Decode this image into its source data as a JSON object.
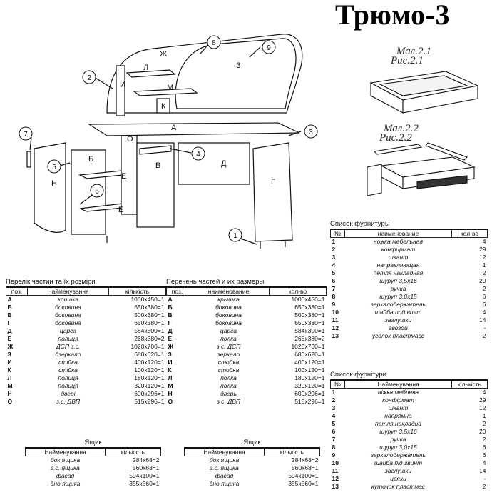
{
  "title": "Трюмо-3",
  "drawing": {
    "labels": {
      "zh": "Ж",
      "z": "З",
      "l": "Л",
      "i": "И",
      "m": "М",
      "k": "К",
      "a": "А",
      "o": "О",
      "b": "Б",
      "v": "В",
      "d": "Д",
      "g": "Г",
      "e1": "Е",
      "e2": "Е",
      "n": "Н"
    },
    "callouts": [
      "1",
      "2",
      "3",
      "4",
      "5",
      "6",
      "7",
      "8",
      "9"
    ]
  },
  "figures": {
    "fig1_line1": "Мал.2.1",
    "fig1_line2": "Рис.2.1",
    "fig2_line1": "Мал.2.2",
    "fig2_line2": "Рис.2.2"
  },
  "fittings_ru": {
    "caption": "Список фурнитуры",
    "headers": [
      "№",
      "наименование",
      "кол-во"
    ],
    "rows": [
      [
        "1",
        "ножка мебельная",
        "4"
      ],
      [
        "2",
        "конфирмат",
        "29"
      ],
      [
        "3",
        "шкант",
        "12"
      ],
      [
        "4",
        "направляющая",
        "1"
      ],
      [
        "5",
        "петля накладная",
        "2"
      ],
      [
        "6",
        "шуруп 3,5х16",
        "20"
      ],
      [
        "7",
        "ручка",
        "2"
      ],
      [
        "8",
        "шуруп 3,0х15",
        "6"
      ],
      [
        "9",
        "зеркалодержатель",
        "6"
      ],
      [
        "10",
        "шайба под винт",
        "4"
      ],
      [
        "11",
        "заглушки",
        "14"
      ],
      [
        "12",
        "гвозди",
        "-"
      ],
      [
        "13",
        "уголок пластмасс",
        "2"
      ]
    ]
  },
  "fittings_ua": {
    "caption": "Список фурнітури",
    "headers": [
      "№",
      "Найменування",
      "кількість"
    ],
    "rows": [
      [
        "1",
        "ніжка меблева",
        "4"
      ],
      [
        "2",
        "конфірмат",
        "29"
      ],
      [
        "3",
        "шкант",
        "12"
      ],
      [
        "4",
        "напрямна",
        "1"
      ],
      [
        "5",
        "петля накладна",
        "2"
      ],
      [
        "6",
        "шуруп 3,5х16",
        "20"
      ],
      [
        "7",
        "ручка",
        "2"
      ],
      [
        "8",
        "шуруп 3,0х15",
        "6"
      ],
      [
        "9",
        "зеркалодержатель",
        "6"
      ],
      [
        "10",
        "шайба під гвинт",
        "4"
      ],
      [
        "11",
        "заглушки",
        "14"
      ],
      [
        "12",
        "цвяхи",
        "-"
      ],
      [
        "13",
        "куточок пластмас",
        "2"
      ]
    ]
  },
  "parts_ua": {
    "caption": "Перелік частин та їх розміри",
    "headers": [
      "поз.",
      "Найменування",
      "кількість"
    ],
    "rows": [
      [
        "А",
        "кришка",
        "1000х450=1"
      ],
      [
        "Б",
        "боковина",
        "650х380=1"
      ],
      [
        "В",
        "боковина",
        "500х380=1"
      ],
      [
        "Г",
        "боковина",
        "650х380=1"
      ],
      [
        "Д",
        "царга",
        "584х300=1"
      ],
      [
        "Е",
        "полиця",
        "268х380=2"
      ],
      [
        "Ж",
        "ДСП з.с.",
        "1020х700=1"
      ],
      [
        "З",
        "дзеркало",
        "680х620=1"
      ],
      [
        "И",
        "стійка",
        "400х120=1"
      ],
      [
        "К",
        "стійка",
        "100х120=1"
      ],
      [
        "Л",
        "полиця",
        "180х120=1"
      ],
      [
        "М",
        "полиця",
        "320х120=1"
      ],
      [
        "Н",
        "двері",
        "600х296=1"
      ],
      [
        "О",
        "з.с. ДВП",
        "515х296=1"
      ]
    ]
  },
  "parts_ru": {
    "caption": "Перечень частей и их размеры",
    "headers": [
      "поз.",
      "наименование",
      "кол-во"
    ],
    "rows": [
      [
        "А",
        "крышка",
        "1000х450=1"
      ],
      [
        "Б",
        "боковина",
        "650х380=1"
      ],
      [
        "В",
        "боковина",
        "500х380=1"
      ],
      [
        "Г",
        "боковина",
        "650х380=1"
      ],
      [
        "Д",
        "царга",
        "584х300=1"
      ],
      [
        "Е",
        "полка",
        "268х380=2"
      ],
      [
        "Ж",
        "з.с. ДСП",
        "1020х700=1"
      ],
      [
        "З",
        "зеркало",
        "680х620=1"
      ],
      [
        "И",
        "стойка",
        "400х120=1"
      ],
      [
        "К",
        "стойка",
        "100х120=1"
      ],
      [
        "Л",
        "полка",
        "180х120=1"
      ],
      [
        "М",
        "полка",
        "320х120=1"
      ],
      [
        "Н",
        "дверь",
        "600х296=1"
      ],
      [
        "О",
        "з.с. ДВП",
        "515х296=1"
      ]
    ]
  },
  "drawer_ua": {
    "caption": "Ящик",
    "headers": [
      "Найменування",
      "кількість"
    ],
    "rows": [
      [
        "бок ящика",
        "284х68=2"
      ],
      [
        "з.с. ящика",
        "560х68=1"
      ],
      [
        "фасад",
        "594х100=1"
      ],
      [
        "дно ящика",
        "355х560=1"
      ]
    ]
  },
  "drawer_ru": {
    "caption": "Ящик",
    "headers": [
      "Найменування",
      "кількість"
    ],
    "rows": [
      [
        "бок ящика",
        "284х68=2"
      ],
      [
        "з.с. ящика",
        "560х68=1"
      ],
      [
        "фасад",
        "594х100=1"
      ],
      [
        "дно ящика",
        "355х560=1"
      ]
    ]
  }
}
